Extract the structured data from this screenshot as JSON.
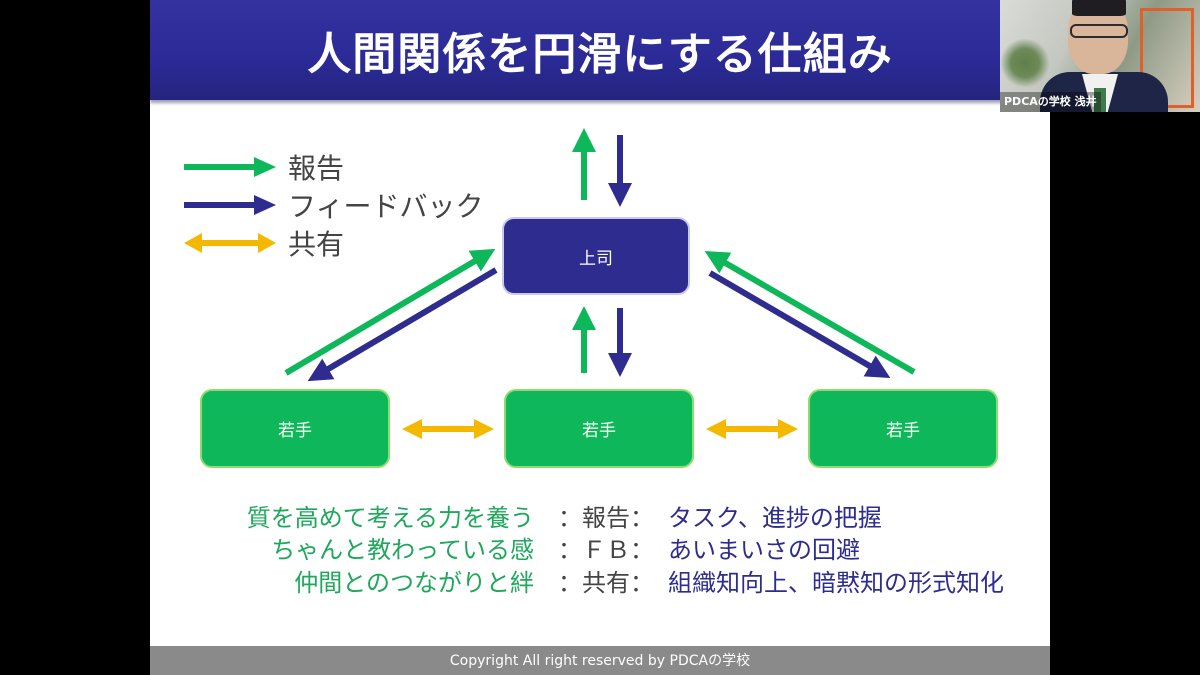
{
  "slide": {
    "title": "人間関係を円滑にする仕組み",
    "colors": {
      "title_bar": "#2e2d8f",
      "report_green": "#0db75a",
      "feedback_navy": "#2e2d8f",
      "share_yellow": "#f5b800",
      "footer_gray": "#8a8a8a"
    },
    "legend": [
      {
        "label": "報告",
        "arrow": "right-arrow",
        "color": "#0db75a"
      },
      {
        "label": "フィードバック",
        "arrow": "right-arrow",
        "color": "#2e2d8f"
      },
      {
        "label": "共有",
        "arrow": "double-arrow",
        "color": "#f5b800"
      }
    ],
    "diagram": {
      "boss_label": "上司",
      "junior_labels": [
        "若手",
        "若手",
        "若手"
      ]
    },
    "notes": [
      {
        "effect": "質を高めて考える力を養う",
        "type": "：報告：",
        "content": "タスク、進捗の把握"
      },
      {
        "effect": "ちゃんと教わっている感",
        "type": "：ＦＢ：",
        "content": "あいまいさの回避"
      },
      {
        "effect": "仲間とのつながりと絆",
        "type": "：共有：",
        "content": "組織知向上、暗黙知の形式知化"
      }
    ],
    "footer": "Copyright All right reserved by PDCAの学校"
  },
  "webcam": {
    "name_label": "PDCAの学校 浅井"
  }
}
